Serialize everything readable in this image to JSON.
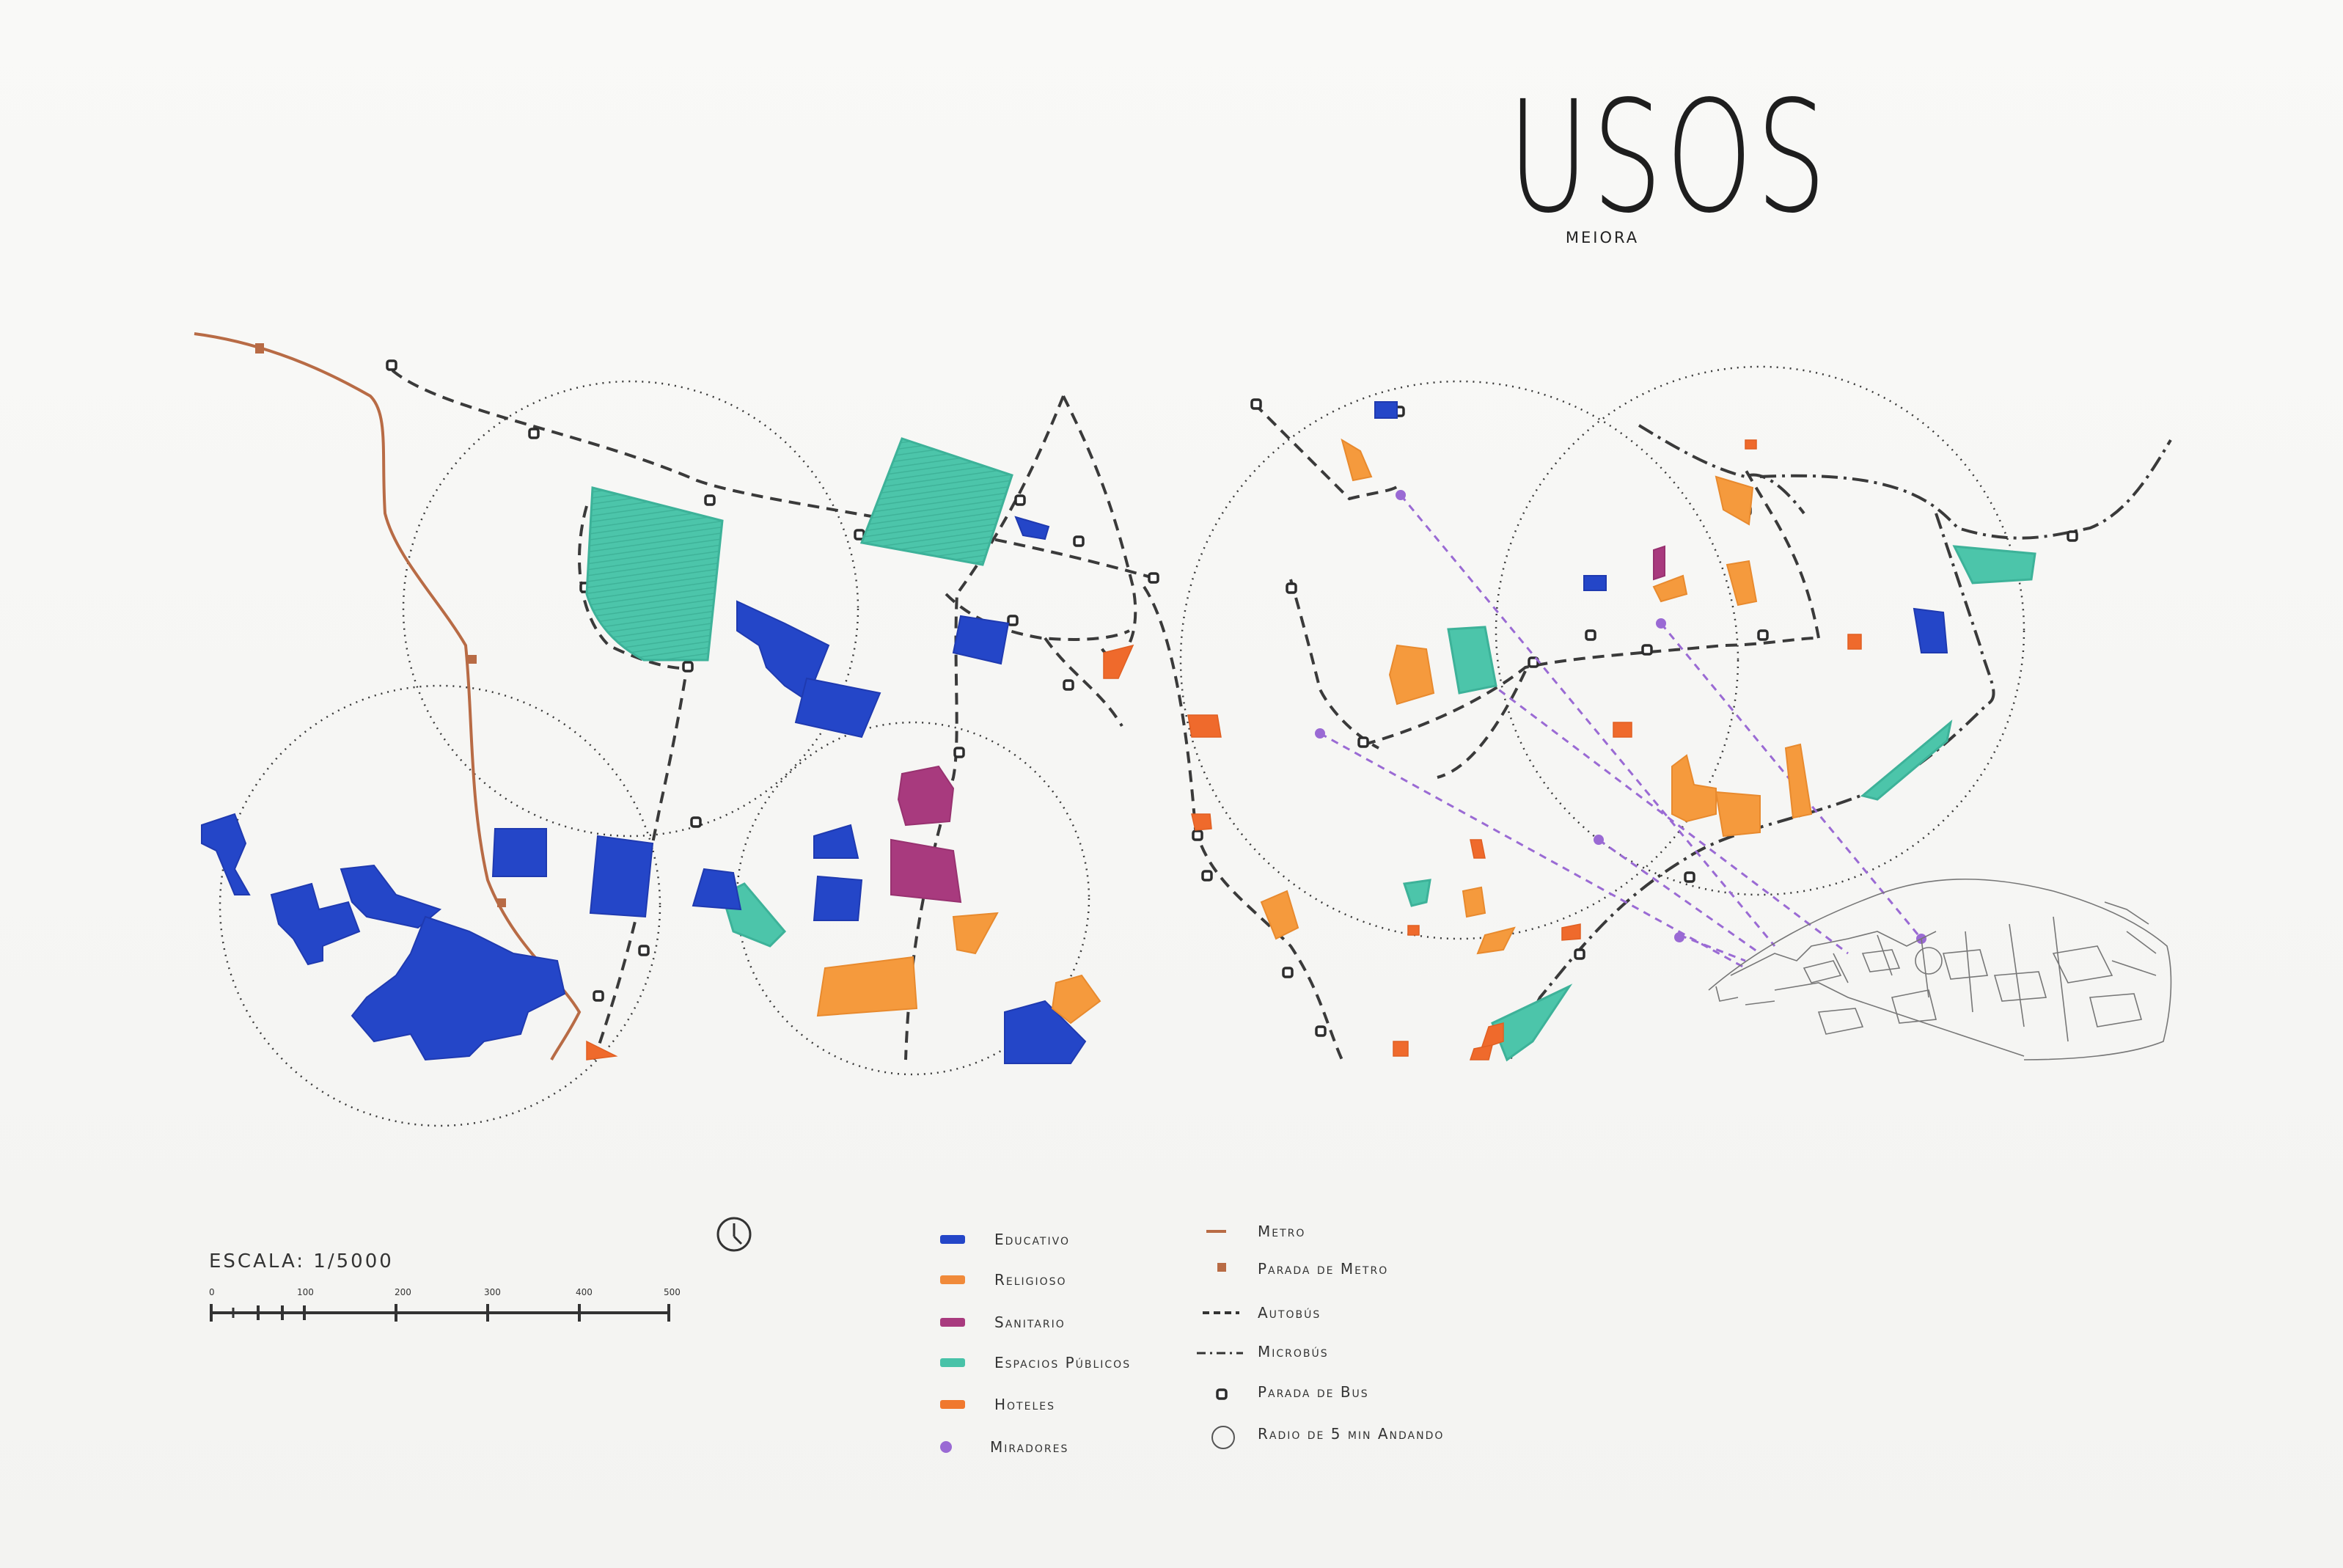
{
  "title": "USOS",
  "subtitle": "MEIORA",
  "scale": {
    "label": "ESCALA: 1/5000",
    "ticks": [
      "0",
      "100",
      "200",
      "300",
      "400",
      "500"
    ]
  },
  "legend": {
    "uses": [
      {
        "label": "Educativo",
        "color": "#2446c8",
        "kind": "swatch"
      },
      {
        "label": "Religioso",
        "color": "#f08a3a",
        "kind": "swatch"
      },
      {
        "label": "Sanitario",
        "color": "#a83a7e",
        "kind": "swatch"
      },
      {
        "label": "Espacios Públicos",
        "color": "#48c2a8",
        "kind": "swatch"
      },
      {
        "label": "Hoteles",
        "color": "#f0782e",
        "kind": "swatch"
      },
      {
        "label": "Miradores",
        "color": "#9a6ad4",
        "kind": "dot"
      }
    ],
    "transport": [
      {
        "label": "Metro",
        "color": "#b86b45",
        "kind": "metro-line"
      },
      {
        "label": "Parada de Metro",
        "color": "#b86b45",
        "kind": "metro-stop"
      },
      {
        "label": "Autobús",
        "color": "#333333",
        "kind": "dashed"
      },
      {
        "label": "Microbús",
        "color": "#333333",
        "kind": "dashdot"
      },
      {
        "label": "Parada de Bus",
        "color": "#333333",
        "kind": "bus-stop"
      },
      {
        "label": "Radio de 5 min Andando",
        "color": "#555555",
        "kind": "circle"
      }
    ]
  },
  "colors": {
    "educativo": "#2446c8",
    "religioso": "#f59a3d",
    "sanitario": "#a83a7e",
    "espacios": "#4cc5aa",
    "hoteles": "#ef6a2c",
    "miradores": "#9a6ad4",
    "metro": "#b86b45",
    "bus": "#3a3a3a"
  },
  "icons": {
    "north": "north-arrow-icon"
  }
}
